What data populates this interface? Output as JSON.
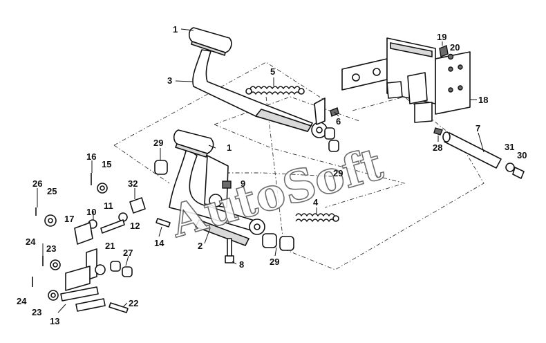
{
  "watermark": "AutoSoft",
  "callouts": [
    {
      "id": "c1a",
      "text": "1"
    },
    {
      "id": "c3",
      "text": "3"
    },
    {
      "id": "c5",
      "text": "5"
    },
    {
      "id": "c6",
      "text": "6"
    },
    {
      "id": "c19",
      "text": "19"
    },
    {
      "id": "c20",
      "text": "20"
    },
    {
      "id": "c18",
      "text": "18"
    },
    {
      "id": "c7",
      "text": "7"
    },
    {
      "id": "c28",
      "text": "28"
    },
    {
      "id": "c31",
      "text": "31"
    },
    {
      "id": "c30",
      "text": "30"
    },
    {
      "id": "c29a",
      "text": "29"
    },
    {
      "id": "c1b",
      "text": "1"
    },
    {
      "id": "c29b",
      "text": "29"
    },
    {
      "id": "c16",
      "text": "16"
    },
    {
      "id": "c15",
      "text": "15"
    },
    {
      "id": "c32",
      "text": "32"
    },
    {
      "id": "c9",
      "text": "9"
    },
    {
      "id": "c26",
      "text": "26"
    },
    {
      "id": "c25",
      "text": "25"
    },
    {
      "id": "c11",
      "text": "11"
    },
    {
      "id": "c10",
      "text": "10"
    },
    {
      "id": "c17",
      "text": "17"
    },
    {
      "id": "c12",
      "text": "12"
    },
    {
      "id": "c4",
      "text": "4"
    },
    {
      "id": "c14",
      "text": "14"
    },
    {
      "id": "c2",
      "text": "2"
    },
    {
      "id": "c24a",
      "text": "24"
    },
    {
      "id": "c23a",
      "text": "23"
    },
    {
      "id": "c21",
      "text": "21"
    },
    {
      "id": "c27",
      "text": "27"
    },
    {
      "id": "c8",
      "text": "8"
    },
    {
      "id": "c29c",
      "text": "29"
    },
    {
      "id": "c24b",
      "text": "24"
    },
    {
      "id": "c23b",
      "text": "23"
    },
    {
      "id": "c13",
      "text": "13"
    },
    {
      "id": "c22",
      "text": "22"
    }
  ]
}
